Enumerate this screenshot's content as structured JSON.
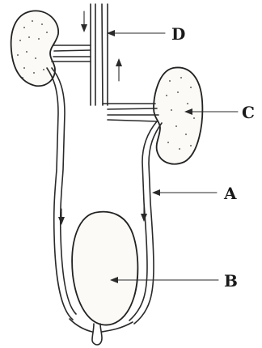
{
  "labels": {
    "a": "A",
    "b": "B",
    "c": "C",
    "d": "D"
  },
  "colors": {
    "ink": "#2a2a2a",
    "paper": "#ffffff"
  }
}
